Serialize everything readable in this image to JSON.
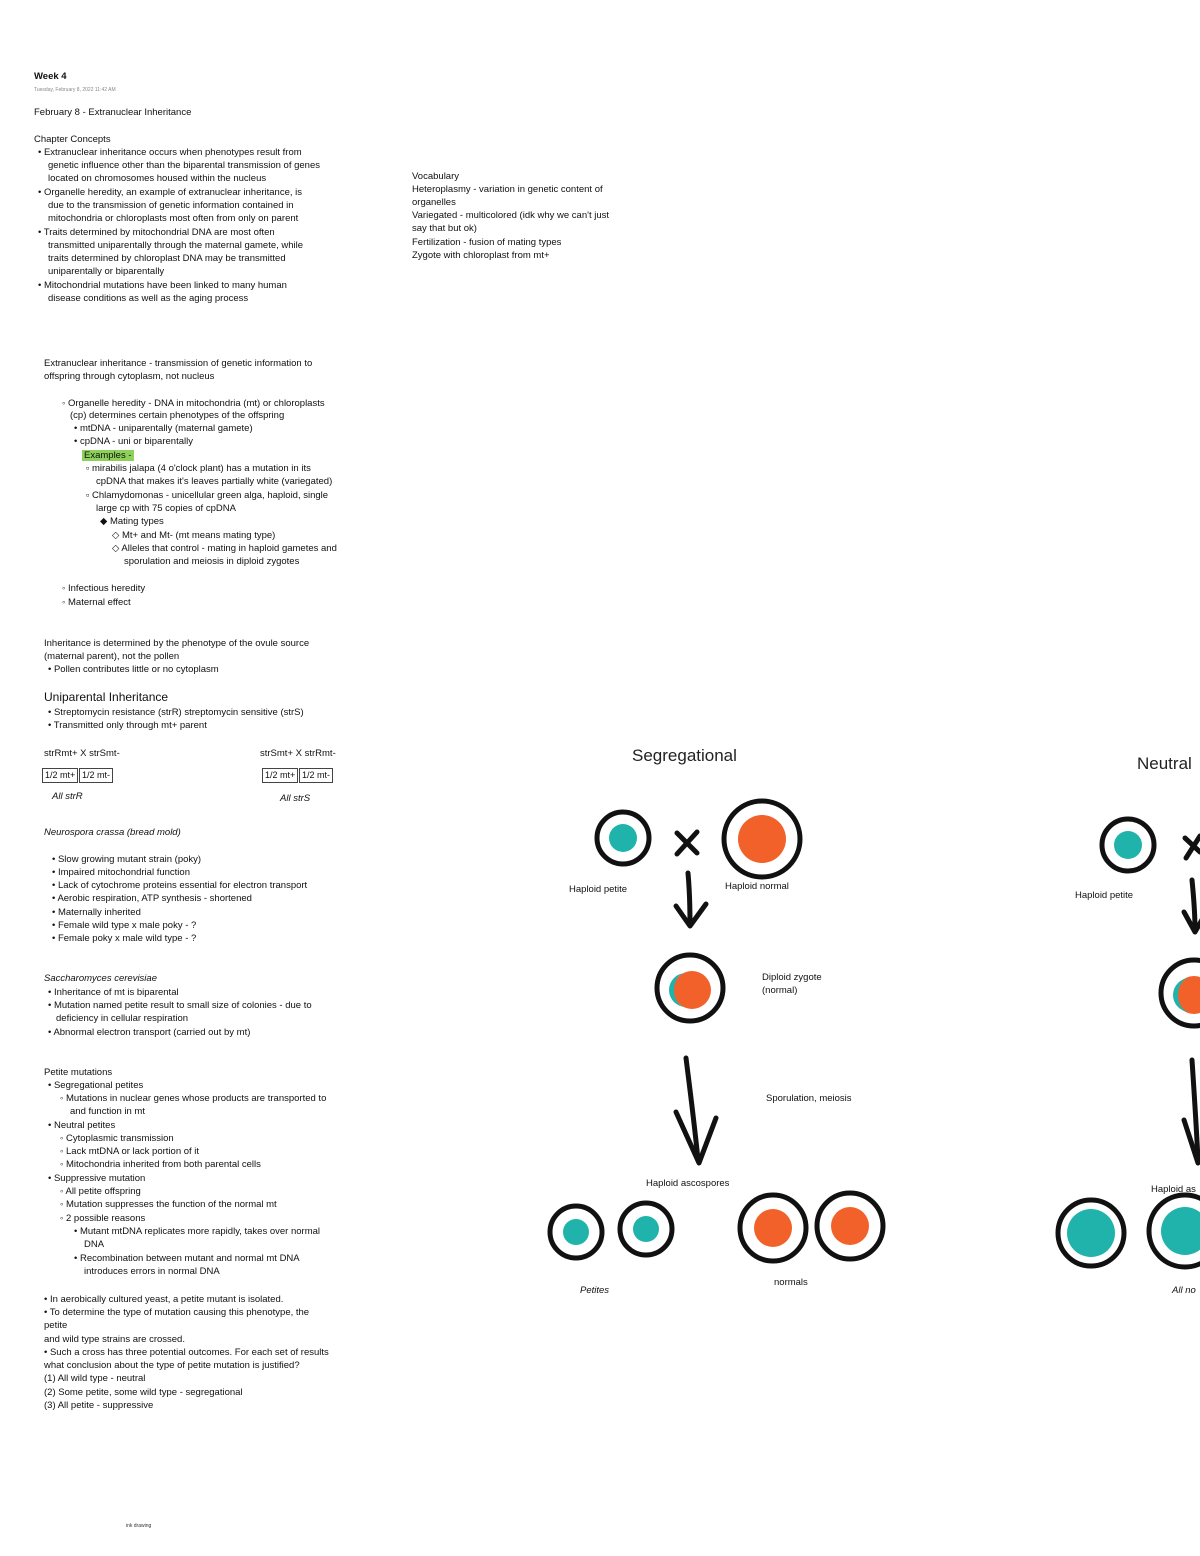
{
  "header": {
    "week": "Week 4",
    "meta": "Tuesday, February 8, 2022   11:42 AM",
    "title": "February 8 - Extranuclear Inheritance"
  },
  "concepts": {
    "heading": "Chapter Concepts",
    "lines": [
      "• Extranuclear inheritance occurs when phenotypes result from",
      "genetic influence other than the biparental transmission of genes",
      "located on chromosomes housed within the nucleus",
      "• Organelle heredity, an example of extranuclear inheritance, is",
      "due to the transmission of genetic information contained in",
      "mitochondria or chloroplasts most often from only on parent",
      "• Traits determined by mitochondrial DNA are most often",
      "transmitted uniparentally through the maternal gamete, while",
      "traits determined by chloroplast DNA may be transmitted",
      "uniparentally or biparentally",
      "• Mitochondrial mutations have been linked to many human",
      "disease conditions as well as the aging process"
    ]
  },
  "vocab": {
    "heading": "Vocabulary",
    "lines": [
      "Heteroplasmy - variation in genetic content of",
      "organelles",
      "Variegated - multicolored (idk why we can't just",
      "say that but ok)",
      "Fertilization - fusion of mating types",
      "Zygote with chloroplast from mt+"
    ]
  },
  "extranuclear": {
    "lines": [
      "Extranuclear inheritance - transmission of genetic information to",
      "offspring through cytoplasm, not nucleus"
    ]
  },
  "organelle": {
    "lines": [
      "◦ Organelle heredity - DNA in mitochondria (mt) or chloroplasts",
      "(cp) determines certain phenotypes of the offspring",
      "• mtDNA - uniparentally (maternal gamete)",
      "• cpDNA - uni or biparentally"
    ],
    "examples_label": "Examples -",
    "ex_lines": [
      "▫ mirabilis jalapa (4 o'clock plant) has a mutation in its",
      "cpDNA that makes it's leaves partially white (variegated)",
      "▫ Chlamydomonas - unicellular green alga, haploid, single",
      "large cp with 75 copies of cpDNA",
      "◆ Mating types",
      "◇ Mt+ and Mt- (mt means mating type)",
      "◇ Alleles that control - mating in haploid gametes and",
      "sporulation and meiosis in diploid zygotes"
    ],
    "other": [
      "◦ Infectious heredity",
      "◦ Maternal effect"
    ]
  },
  "ovule": {
    "lines": [
      "Inheritance is determined by the phenotype of the ovule source",
      "(maternal parent), not the pollen",
      "• Pollen contributes little or no cytoplasm"
    ]
  },
  "uni": {
    "heading": "Uniparental Inheritance",
    "lines": [
      "• Streptomycin resistance (strR) streptomycin sensitive (strS)",
      "• Transmitted only through mt+ parent"
    ],
    "cross1": "strRmt+  X  strSmt-",
    "cross2": "strSmt+ X strRmt-",
    "box1a": "1/2 mt+",
    "box1b": "1/2 mt-",
    "box2a": "1/2 mt+",
    "box2b": "1/2 mt-",
    "res1": "All strR",
    "res2": "All strS"
  },
  "neuro": {
    "heading": "Neurospora crassa (bread mold)",
    "lines": [
      "• Slow growing mutant strain (poky)",
      "• Impaired mitochondrial function",
      "• Lack of cytochrome proteins essential for electron transport",
      "• Aerobic respiration, ATP synthesis - shortened",
      "• Maternally inherited",
      "• Female wild type x male poky - ?",
      "• Female poky x male wild type - ?"
    ]
  },
  "sacch": {
    "heading": "Saccharomyces cerevisiae",
    "lines": [
      "• Inheritance of mt is biparental",
      "• Mutation named petite result to small size of colonies - due to",
      "deficiency in cellular respiration",
      "• Abnormal electron transport (carried out by mt)"
    ]
  },
  "petite": {
    "heading": "Petite mutations",
    "lines": [
      "• Segregational petites",
      "◦ Mutations in nuclear genes whose products are transported to",
      "and function in mt",
      "• Neutral petites",
      "◦ Cytoplasmic transmission",
      "◦ Lack mtDNA or lack portion of it",
      "◦ Mitochondria inherited from both parental cells",
      "• Suppressive mutation",
      "◦ All petite offspring",
      "◦ Mutation suppresses the function of the normal mt",
      "◦ 2 possible reasons",
      "• Mutant mtDNA replicates more rapidly, takes over normal",
      "DNA",
      "• Recombination between mutant and normal mt DNA",
      "introduces errors in normal DNA"
    ]
  },
  "question": {
    "lines": [
      "• In aerobically cultured yeast, a petite mutant is isolated.",
      "• To determine the type of mutation causing this phenotype, the",
      "petite",
      "and wild type strains are crossed.",
      "• Such a cross has three potential outcomes. For each set of results",
      "what conclusion about the type of petite mutation is justified?",
      "(1) All wild type - neutral",
      "(2) Some petite, some wild type - segregational",
      "(3) All petite - suppressive"
    ]
  },
  "footer": "ink drawing",
  "diagram": {
    "seg_title": "Segregational",
    "neutral_title": "Neutral",
    "haploid_petite": "Haploid petite",
    "haploid_normal": "Haploid normal",
    "diploid_zygote": "Diploid zygote",
    "diploid_normal": "(normal)",
    "sporulation": "Sporulation, meiosis",
    "ascospores": "Haploid ascospores",
    "petites": "Petites",
    "normals": "normals",
    "haploid_petite_2": "Haploid petite",
    "haploid_ascospores_2": "Haploid as",
    "all_normal": "All no",
    "colors": {
      "teal": "#1fb3ab",
      "orange": "#f2612a",
      "ink": "#111111"
    }
  }
}
